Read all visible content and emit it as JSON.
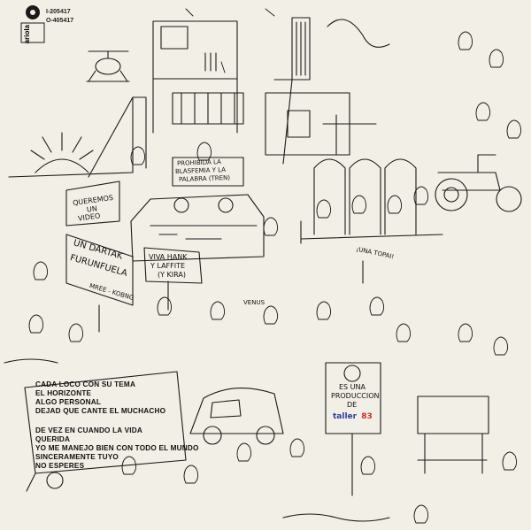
{
  "logo": {
    "brand": "ariola",
    "catalog_1": "I-205417",
    "catalog_2": "O-405417"
  },
  "signs": {
    "banner_left_1": "UN DARTAK",
    "banner_left_2": "FURUNFUELA",
    "banner_left_3": "MREE - KOBNG",
    "banner_video_1": "QUEREMOS",
    "banner_video_2": "UN",
    "banner_video_3": "VIDEO",
    "banner_hank_1": "VIVA HANK",
    "banner_hank_2": "Y LAFFITE",
    "banner_hank_3": "(Y KIRA)",
    "banner_palabra_1": "PROHIBIDA LA",
    "banner_palabra_2": "BLASFEMIA Y LA",
    "banner_palabra_3": "PALABRA (TREN)",
    "banner_venus": "VENUS",
    "banner_una": "¡UNA TOPAI!",
    "sign_production_1": "ES UNA",
    "sign_production_2": "PRODUCCION",
    "sign_production_3": "DE",
    "sign_taller_word": "taller",
    "sign_taller_num": "83"
  },
  "tracklist": {
    "side_a": [
      "CADA LOCO CON SU TEMA",
      "EL HORIZONTE",
      "ALGO PERSONAL",
      "DEJAD QUE CANTE EL MUCHACHO"
    ],
    "side_b": [
      "DE VEZ EN CUANDO LA VIDA",
      "QUERIDA",
      "YO ME MANEJO BIEN CON TODO EL MUNDO",
      "SINCERAMENTE TUYO",
      "NO ESPERES"
    ]
  },
  "colors": {
    "paper": "#f2efe6",
    "ink": "#1a1a1a",
    "accent_red": "#d22a2a",
    "accent_blue": "#2a3fa0"
  }
}
